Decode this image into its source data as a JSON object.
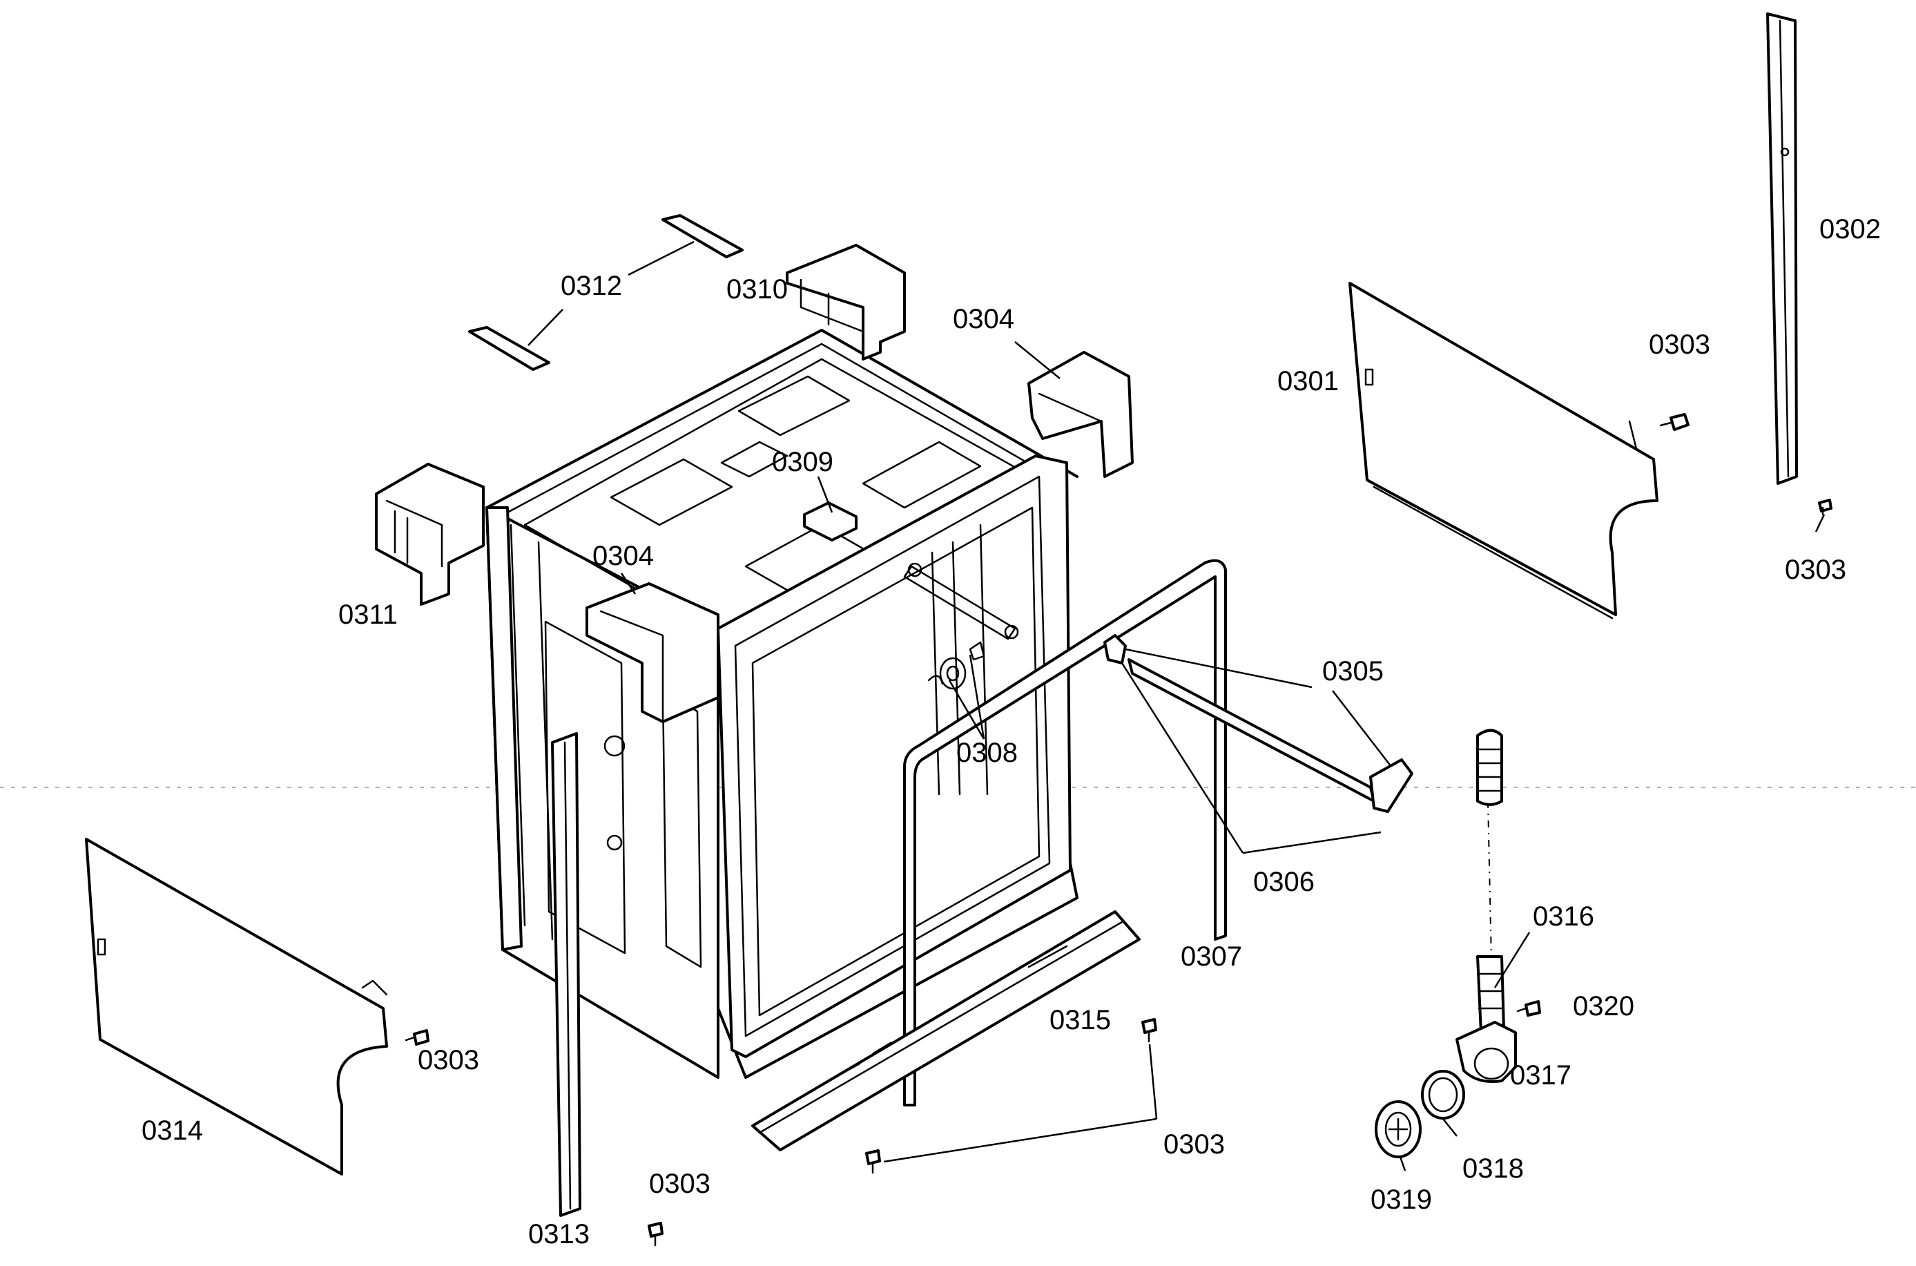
{
  "labels": {
    "l0301": "0301",
    "l0302": "0302",
    "l0303": "0303",
    "l0304": "0304",
    "l0305": "0305",
    "l0306": "0306",
    "l0307": "0307",
    "l0308": "0308",
    "l0309": "0309",
    "l0310": "0310",
    "l0311": "0311",
    "l0312": "0312",
    "l0313": "0313",
    "l0314": "0314",
    "l0315": "0315",
    "l0316": "0316",
    "l0317": "0317",
    "l0318": "0318",
    "l0319": "0319",
    "l0320": "0320"
  }
}
